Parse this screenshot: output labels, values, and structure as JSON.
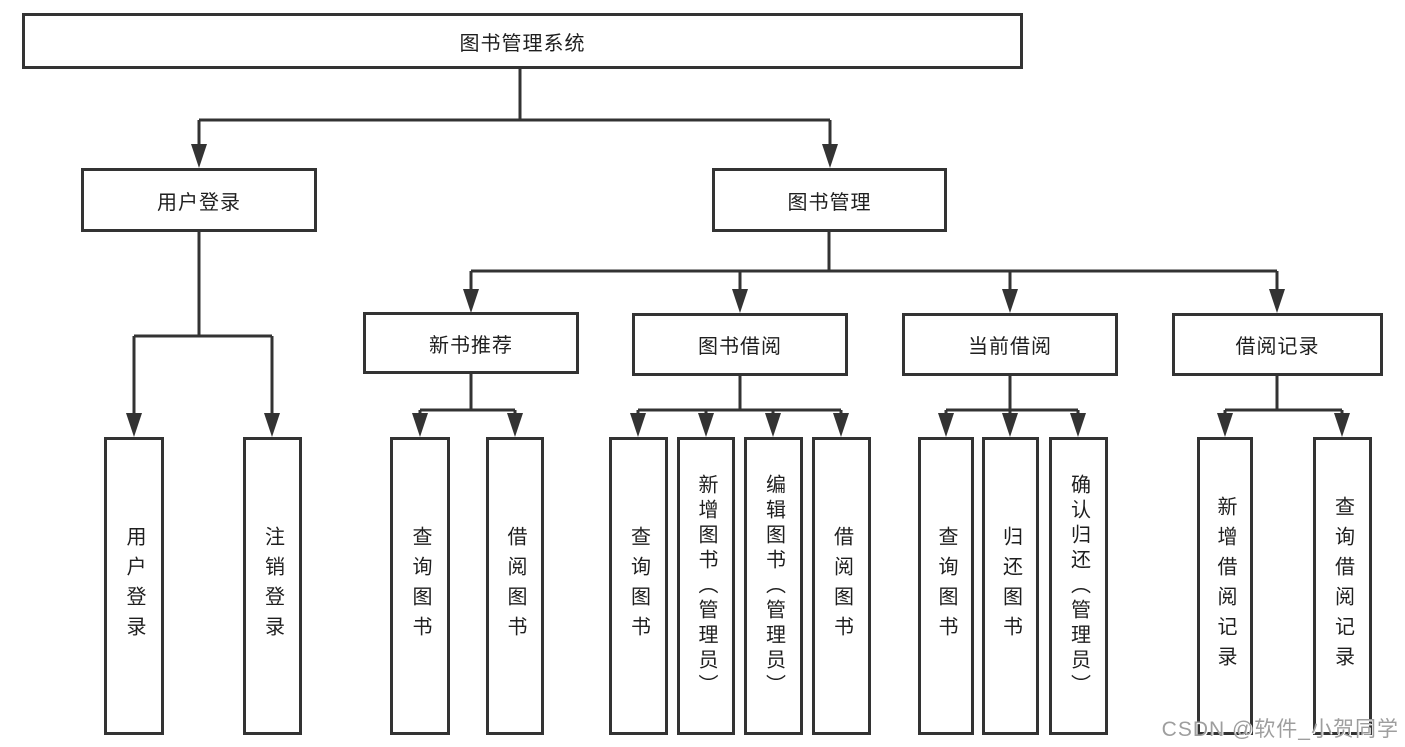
{
  "tree": {
    "root": {
      "label": "图书管理系统"
    },
    "branches": [
      {
        "label": "用户登录",
        "children": [
          {
            "label": "用户登录"
          },
          {
            "label": "注销登录"
          }
        ]
      },
      {
        "label": "图书管理",
        "children": [
          {
            "label": "新书推荐",
            "children": [
              {
                "label": "查询图书"
              },
              {
                "label": "借阅图书"
              }
            ]
          },
          {
            "label": "图书借阅",
            "children": [
              {
                "label": "查询图书"
              },
              {
                "label": "新增图书（管理员）"
              },
              {
                "label": "编辑图书（管理员）"
              },
              {
                "label": "借阅图书"
              }
            ]
          },
          {
            "label": "当前借阅",
            "children": [
              {
                "label": "查询图书"
              },
              {
                "label": "归还图书"
              },
              {
                "label": "确认归还（管理员）"
              }
            ]
          },
          {
            "label": "借阅记录",
            "children": [
              {
                "label": "新增借阅记录"
              },
              {
                "label": "查询借阅记录"
              }
            ]
          }
        ]
      }
    ]
  },
  "watermark": "CSDN @软件_小贺同学",
  "colors": {
    "line": "#333333",
    "text": "#1f1f1f",
    "background": "#ffffff",
    "watermark": "#9e9e9e"
  }
}
